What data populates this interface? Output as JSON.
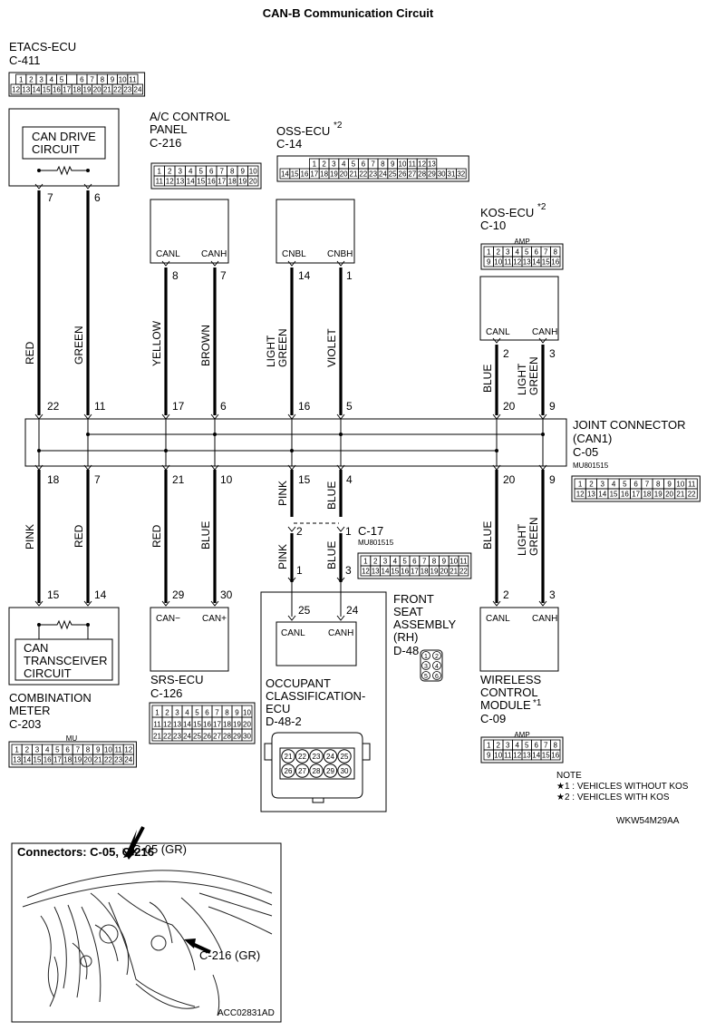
{
  "title": "CAN-B Communication Circuit",
  "components": {
    "etacs": {
      "name": "ETACS-ECU",
      "connector": "C-411",
      "circuit_line1": "CAN DRIVE",
      "circuit_line2": "CIRCUIT",
      "pin_l": "7",
      "pin_r": "6"
    },
    "ac": {
      "name_line1": "A/C CONTROL",
      "name_line2": "PANEL",
      "connector": "C-216",
      "lbl_l": "CANL",
      "lbl_r": "CANH",
      "pin_l": "8",
      "pin_r": "7"
    },
    "oss": {
      "name": "OSS-ECU",
      "mark": "*2",
      "connector": "C-14",
      "lbl_l": "CNBL",
      "lbl_r": "CNBH",
      "pin_l": "14",
      "pin_r": "1"
    },
    "kos": {
      "name": "KOS-ECU",
      "mark": "*2",
      "connector": "C-10",
      "lbl_l": "CANL",
      "lbl_r": "CANH",
      "pin_l": "2",
      "pin_r": "3",
      "amp": "AMP"
    },
    "joint": {
      "name_line1": "JOINT CONNECTOR",
      "name_line2": "(CAN1)",
      "connector": "C-05",
      "part": "MU801515"
    },
    "combination": {
      "name_line1": "COMBINATION",
      "name_line2": "METER",
      "connector": "C-203",
      "circuit_line1": "CAN",
      "circuit_line2": "TRANSCEIVER",
      "circuit_line3": "CIRCUIT",
      "pin_l": "15",
      "pin_r": "14",
      "mu": "MU"
    },
    "srs": {
      "name": "SRS-ECU",
      "connector": "C-126",
      "lbl_l": "CAN−",
      "lbl_r": "CAN+",
      "pin_l": "29",
      "pin_r": "30"
    },
    "occupant": {
      "name_line1": "OCCUPANT",
      "name_line2": "CLASSIFICATION-",
      "name_line3": "ECU",
      "connector": "D-48-2",
      "lbl_l": "CANL",
      "lbl_r": "CANH",
      "pin_l": "25",
      "pin_r": "24"
    },
    "front_seat": {
      "name_line1": "FRONT",
      "name_line2": "SEAT",
      "name_line3": "ASSEMBLY",
      "name_line4": "(RH)",
      "connector": "D-48"
    },
    "c17": {
      "connector": "C-17",
      "part": "MU801515"
    },
    "wireless": {
      "name_line1": "WIRELESS",
      "name_line2": "CONTROL",
      "name_line3": "MODULE",
      "mark": "*1",
      "connector": "C-09",
      "lbl_l": "CANL",
      "lbl_r": "CANH",
      "pin_l": "2",
      "pin_r": "3",
      "amp": "AMP"
    }
  },
  "wire_colors": {
    "etacs_l": "RED",
    "etacs_r": "GREEN",
    "ac_l": "YELLOW",
    "ac_r": "BROWN",
    "oss_l1": "LIGHT",
    "oss_l2": "GREEN",
    "oss_r": "VIOLET",
    "kos_l": "BLUE",
    "kos_r1": "LIGHT",
    "kos_r2": "GREEN",
    "cm_l": "PINK",
    "cm_r": "RED",
    "srs_l": "RED",
    "srs_r": "BLUE",
    "occ_upper_l": "PINK",
    "occ_upper_r": "BLUE",
    "occ_lower_l": "PINK",
    "occ_lower_r": "BLUE",
    "wcm_l": "BLUE",
    "wcm_r1": "LIGHT",
    "wcm_r2": "GREEN"
  },
  "joint_pins_top": [
    "22",
    "11",
    "17",
    "6",
    "16",
    "5",
    "20",
    "9"
  ],
  "joint_pins_bottom": [
    "18",
    "7",
    "21",
    "10",
    "15",
    "4",
    "20",
    "9"
  ],
  "splice_pins": {
    "top_l": "2",
    "top_r": "1",
    "bot_l": "1",
    "bot_r": "3"
  },
  "connector_cells": {
    "c411_r1": [
      "1",
      "2",
      "3",
      "4",
      "5",
      "",
      "6",
      "7",
      "8",
      "9",
      "10",
      "11"
    ],
    "c411_r2": [
      "12",
      "13",
      "14",
      "15",
      "16",
      "17",
      "18",
      "19",
      "20",
      "21",
      "22",
      "23",
      "24"
    ],
    "c216_r1": [
      "1",
      "2",
      "3",
      "4",
      "5",
      "6",
      "7",
      "8",
      "9",
      "10"
    ],
    "c216_r2": [
      "11",
      "12",
      "13",
      "14",
      "15",
      "16",
      "17",
      "18",
      "19",
      "20"
    ],
    "c14_r1": [
      "1",
      "2",
      "3",
      "4",
      "5",
      "6",
      "7",
      "8",
      "9",
      "10",
      "11",
      "12",
      "13"
    ],
    "c14_r2": [
      "14",
      "15",
      "16",
      "17",
      "18",
      "19",
      "20",
      "21",
      "22",
      "23",
      "24",
      "25",
      "26",
      "27",
      "28",
      "29",
      "30",
      "31",
      "32"
    ],
    "c10_r1": [
      "1",
      "2",
      "3",
      "4",
      "5",
      "6",
      "7",
      "8"
    ],
    "c10_r2": [
      "9",
      "10",
      "11",
      "12",
      "13",
      "14",
      "15",
      "16"
    ],
    "c05_r1": [
      "1",
      "2",
      "3",
      "4",
      "5",
      "6",
      "7",
      "8",
      "9",
      "10",
      "11"
    ],
    "c05_r2": [
      "12",
      "13",
      "14",
      "15",
      "16",
      "17",
      "18",
      "19",
      "20",
      "21",
      "22"
    ],
    "c17_r1": [
      "1",
      "2",
      "3",
      "4",
      "5",
      "6",
      "7",
      "8",
      "9",
      "10",
      "11"
    ],
    "c17_r2": [
      "12",
      "13",
      "14",
      "15",
      "16",
      "17",
      "18",
      "19",
      "20",
      "21",
      "22"
    ],
    "c126_r1": [
      "1",
      "2",
      "3",
      "4",
      "5",
      "6",
      "7",
      "8",
      "9",
      "10"
    ],
    "c126_r2": [
      "11",
      "12",
      "13",
      "14",
      "15",
      "16",
      "17",
      "18",
      "19",
      "20"
    ],
    "c126_r3": [
      "21",
      "22",
      "23",
      "24",
      "25",
      "26",
      "27",
      "28",
      "29",
      "30"
    ],
    "c203_r1": [
      "1",
      "2",
      "3",
      "4",
      "5",
      "6",
      "7",
      "8",
      "9",
      "10",
      "11",
      "12"
    ],
    "c203_r2": [
      "13",
      "14",
      "15",
      "16",
      "17",
      "18",
      "19",
      "20",
      "21",
      "22",
      "23",
      "24"
    ],
    "c09_r1": [
      "1",
      "2",
      "3",
      "4",
      "5",
      "6",
      "7",
      "8"
    ],
    "c09_r2": [
      "9",
      "10",
      "11",
      "12",
      "13",
      "14",
      "15",
      "16"
    ],
    "d482_r1": [
      "21",
      "22",
      "23",
      "24",
      "25"
    ],
    "d482_r2": [
      "26",
      "27",
      "28",
      "29",
      "30"
    ],
    "d48": [
      "1",
      "2",
      "3",
      "4",
      "5",
      "6"
    ]
  },
  "note": {
    "heading": "NOTE",
    "line1": "★1 : VEHICLES WITHOUT KOS",
    "line2": "★2 : VEHICLES WITH KOS"
  },
  "figure_code": "WKW54M29AA",
  "inset": {
    "title": "Connectors: C-05, C-216",
    "label_c05": "C-05 (GR)",
    "label_c216": "C-216 (GR)",
    "code": "ACC02831AD"
  }
}
